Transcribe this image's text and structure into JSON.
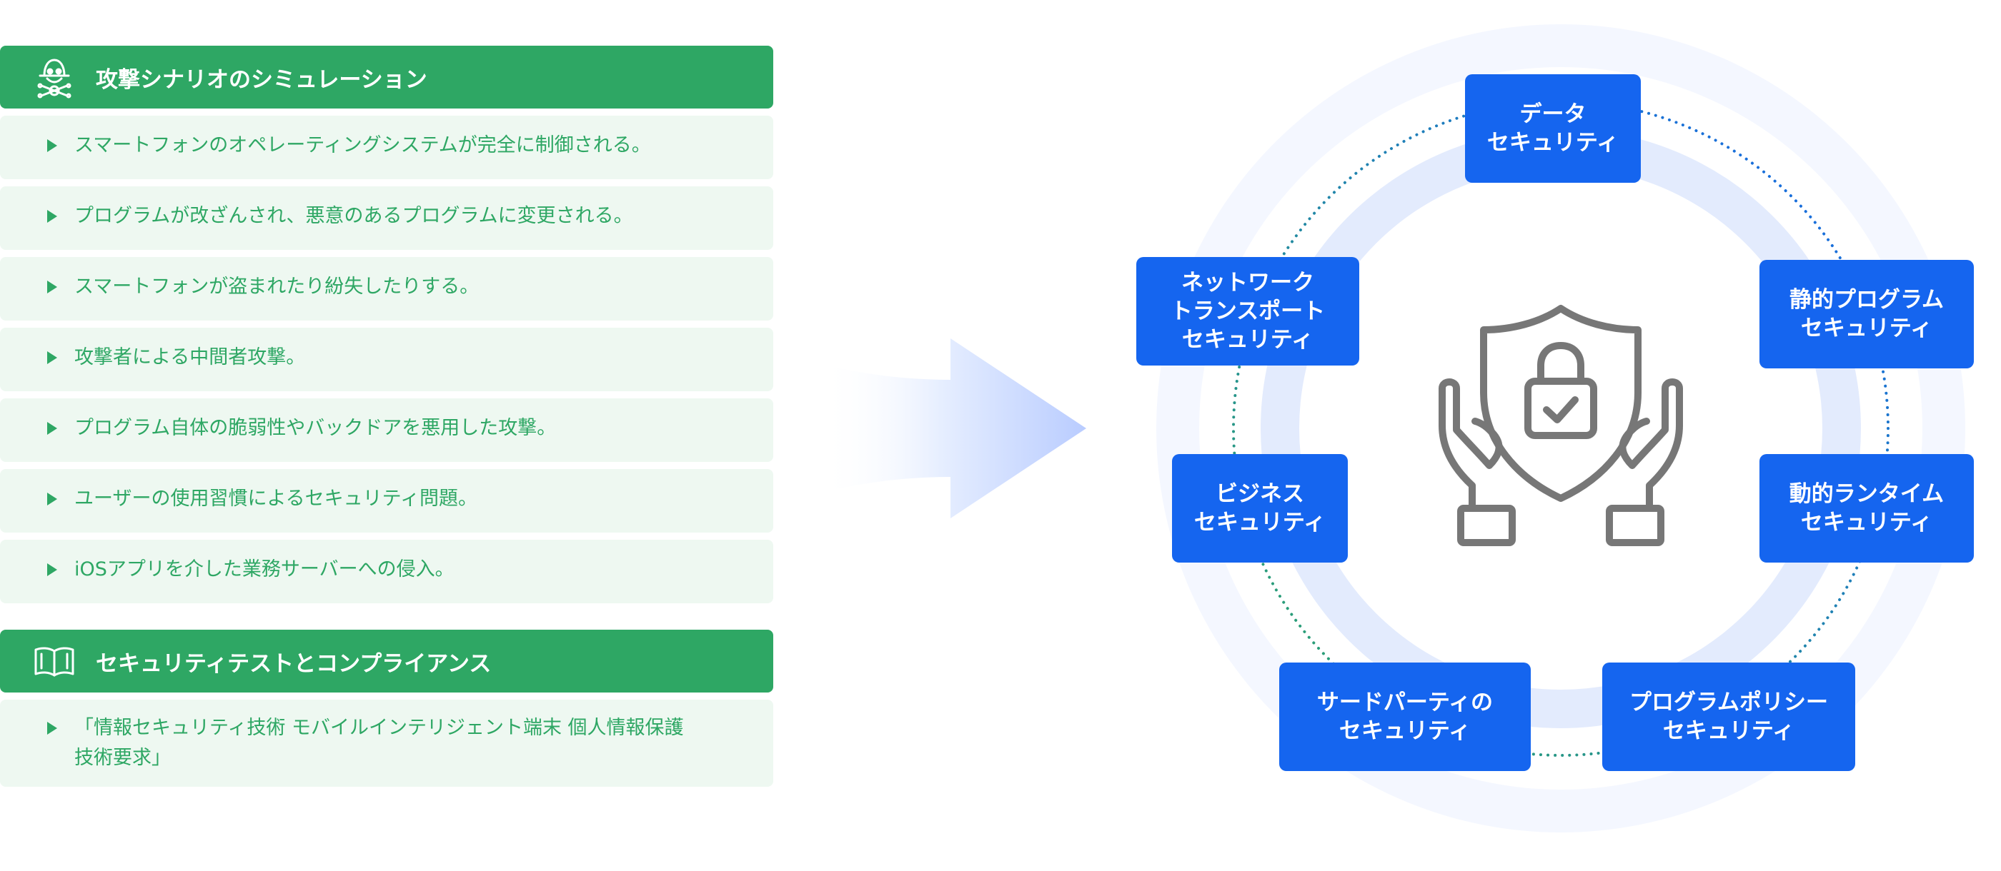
{
  "attack_section": {
    "title": "攻撃シナリオのシミュレーション",
    "icon": "hacker-icon",
    "items": [
      "スマートフォンのオペレーティングシステムが完全に制御される。",
      "プログラムが改ざんされ、悪意のあるプログラムに変更される。",
      "スマートフォンが盗まれたり紛失したりする。",
      "攻撃者による中間者攻撃。",
      "プログラム自体の脆弱性やバックドアを悪用した攻撃。",
      "ユーザーの使用習慣によるセキュリティ問題。",
      "iOSアプリを介した業務サーバーへの侵入。"
    ]
  },
  "compliance_section": {
    "title": "セキュリティテストとコンプライアンス",
    "icon": "open-book-icon",
    "items": [
      "「情報セキュリティ技術 モバイルインテリジェント端末 個人情報保護技術要求」"
    ]
  },
  "arrow": {
    "icon": "right-arrow-icon"
  },
  "diagram": {
    "center_icon": "shield-lock-hands-icon",
    "nodes": {
      "data": "データ\nセキュリティ",
      "static_program": "静的プログラム\nセキュリティ",
      "dynamic_runtime": "動的ランタイム\nセキュリティ",
      "program_policy": "プログラムポリシー\nセキュリティ",
      "third_party": "サードパーティの\nセキュリティ",
      "business": "ビジネス\nセキュリティ",
      "network": "ネットワーク\nトランスポート\nセキュリティ"
    },
    "colors": {
      "node": "#1565ef",
      "green": "#2ea764",
      "ring_outer": "#f4f7ff",
      "ring_inner": "#e3ebfd"
    }
  }
}
